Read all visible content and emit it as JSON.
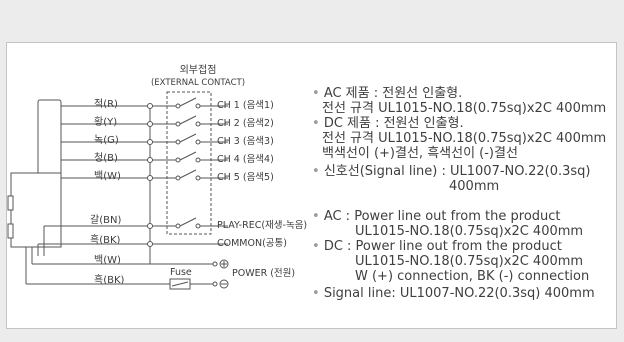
{
  "header": {
    "title_ko": "외부접점",
    "title_en": "(EXTERNAL CONTACT)"
  },
  "wires": [
    {
      "label": "적(R)"
    },
    {
      "label": "황(Y)"
    },
    {
      "label": "녹(G)"
    },
    {
      "label": "청(B)"
    },
    {
      "label": "백(W)"
    },
    {
      "label": "갈(BN)"
    },
    {
      "label": "흑(BK)"
    },
    {
      "label": "백(W)"
    },
    {
      "label": "흑(BK)"
    }
  ],
  "channels": [
    {
      "label": "CH 1 (음색1)"
    },
    {
      "label": "CH 2 (음색2)"
    },
    {
      "label": "CH 3 (음색3)"
    },
    {
      "label": "CH 4 (음색4)"
    },
    {
      "label": "CH 5 (음색5)"
    },
    {
      "label": "PLAY-REC(재생-녹음)"
    },
    {
      "label": "COMMON(공통)"
    }
  ],
  "fuse_label": "Fuse",
  "power_label": "POWER (전원)",
  "notes_ko": [
    "AC 제품 : 전원선 인출형.",
    "전선 규격 UL1015-NO.18(0.75sq)x2C 400mm",
    "DC 제품 : 전원선 인출형.",
    "전선 규격 UL1015-NO.18(0.75sq)x2C 400mm",
    "백색선이 (+)결선, 흑색선이 (-)결선",
    "신호선(Signal line) : UL1007-NO.22(0.3sq)",
    "400mm"
  ],
  "notes_en": [
    "AC : Power line out from the product",
    "UL1015-NO.18(0.75sq)x2C 400mm",
    "DC : Power line out from the product",
    "UL1015-NO.18(0.75sq)x2C 400mm",
    "W (+) connection, BK (-) connection",
    "Signal line: UL1007-NO.22(0.3sq) 400mm"
  ],
  "bullet": "•",
  "colors": {
    "background": "#ececec",
    "panel": "#ffffff",
    "line": "#555555"
  }
}
